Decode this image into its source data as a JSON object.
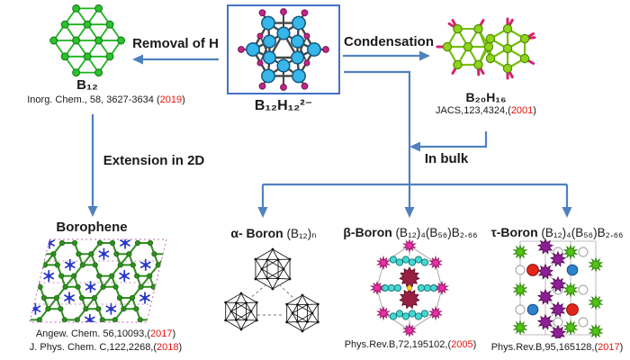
{
  "palette": {
    "arrow_blue": "#4f81bd",
    "year_red": "#e8120c",
    "box_border": "#4472c4",
    "b12_green": "#2ec02e",
    "boron_cyan": "#37b6e9",
    "hydrogen_magenta": "#c22787",
    "b20_yellow_green": "#8fd418",
    "borophene_green": "#2f8f1f",
    "borophene_blue": "#2736c8",
    "beta_magenta": "#ec2fa5",
    "beta_cyan": "#41d9d2",
    "tau_green": "#53c414",
    "tau_purple": "#8e1f96"
  },
  "center": {
    "box_label": "B₁₂H₁₂²⁻"
  },
  "arrows": {
    "removal_label": "Removal of H",
    "condensation_label": "Condensation",
    "extension_label": "Extension in 2D",
    "in_bulk_label": "In bulk"
  },
  "b12": {
    "label": "B₁₂",
    "citation": {
      "pre": "Inorg. Chem., 58, 3627-3634 (",
      "year": "2019",
      "post": ")"
    }
  },
  "b20h16": {
    "label": "B₂₀H₁₆",
    "citation": {
      "pre": "JACS,123,4324,(",
      "year": "2001",
      "post": ")"
    }
  },
  "borophene": {
    "title": "Borophene",
    "citations": [
      {
        "pre": "Angew. Chem. 56,10093,(",
        "year": "2017",
        "post": ")"
      },
      {
        "pre": "J. Phys. Chem. C,122,2268,(",
        "year": "2018",
        "post": ")"
      }
    ]
  },
  "alpha": {
    "name": "α- Boron",
    "formula": " (B₁₂)ₙ"
  },
  "beta": {
    "name": "β-Boron",
    "formula": " (B₁₂)₄(B₅₆)B₂.₆₆",
    "citation": {
      "pre": "Phys.Rev.B,72,195102,(",
      "year": "2005",
      "post": ")"
    }
  },
  "tau": {
    "name": "τ-Boron",
    "formula": " (B₁₂)₄(B₅₆)B₂.₆₆",
    "citation": {
      "pre": "Phys.Rev.B,95,165128,(",
      "year": "2017",
      "post": ")"
    }
  },
  "figures": {
    "b12_structure": "planar-b12-cluster",
    "b12h12_structure": "icosahedral-b12h12-cluster",
    "b20h16_structure": "fused-b20h16-cluster",
    "borophene_structure": "borophene-2d-lattice",
    "alpha_structure": "alpha-boron-icosahedra",
    "beta_structure": "beta-boron-unit-cell",
    "tau_structure": "tau-boron-unit-cell"
  }
}
